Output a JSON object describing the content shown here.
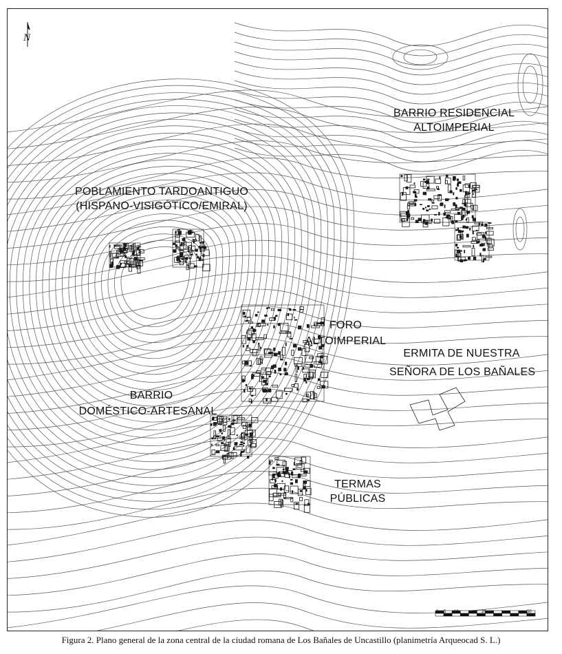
{
  "map": {
    "north_letter": "N",
    "labels": {
      "poblamiento_1": "POBLAMIENTO TARDOANTIGUO",
      "poblamiento_2": "(HISPANO-VISIGÓTICO/EMIRAL)",
      "residencial_1": "BARRIO RESIDENCIAL",
      "residencial_2": "ALTOIMPERIAL",
      "foro_1": "FORO",
      "foro_2": "ALTOIMPERIAL",
      "ermita_1": "ERMITA DE NUESTRA",
      "ermita_2": "SEÑORA DE LOS BAÑALES",
      "barrio_1": "BARRIO",
      "barrio_2": "DOMÉSTICO-ARTESANAL",
      "termas_1": "TERMAS",
      "termas_2": "PÚBLICAS"
    },
    "scale_labels": [
      "0",
      "5",
      "10",
      "20",
      "50"
    ]
  },
  "caption": "Figura 2. Plano general de la zona central de la ciudad romana de Los Bañales de Uncastillo (planimetría Arqueocad S. L.)"
}
